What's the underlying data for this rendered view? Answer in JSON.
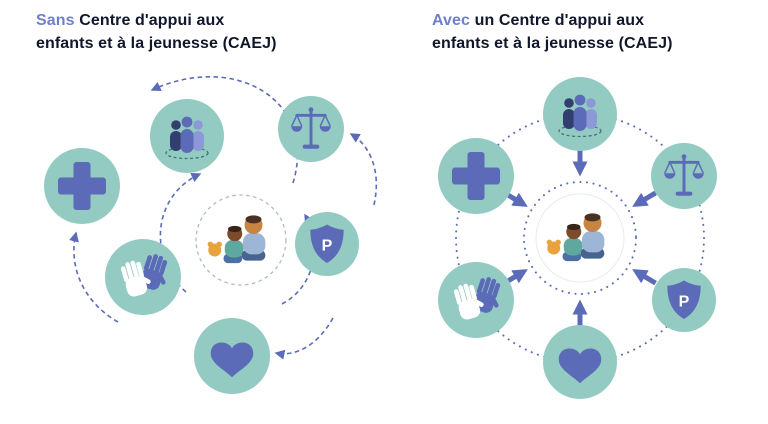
{
  "left_panel": {
    "title_accent": "Sans",
    "title_line1_rest": " Centre d'appui aux",
    "title_line2": "enfants et à la jeunesse (CAEJ)"
  },
  "right_panel": {
    "title_accent": "Avec",
    "title_line1_rest": " un Centre d'appui aux",
    "title_line2": "enfants et à la jeunesse (CAEJ)"
  },
  "shield_letter": "P",
  "icons": {
    "people_group": "people-group-icon",
    "scales": "scales-of-justice-icon",
    "medical_cross": "medical-cross-icon",
    "glove_hand": "glove-hand-icon",
    "heart": "heart-icon",
    "police_shield": "police-shield-icon",
    "center_family": "child-and-caregiver-icon"
  },
  "colors": {
    "circle_teal": "#93CBC2",
    "purple": "#5B6BB8",
    "navy_figure": "#323E6E",
    "light_purple": "#8C99D6",
    "title_accent": "#6F80CB",
    "title_dark": "#10172B",
    "background": "#FFFFFF"
  }
}
